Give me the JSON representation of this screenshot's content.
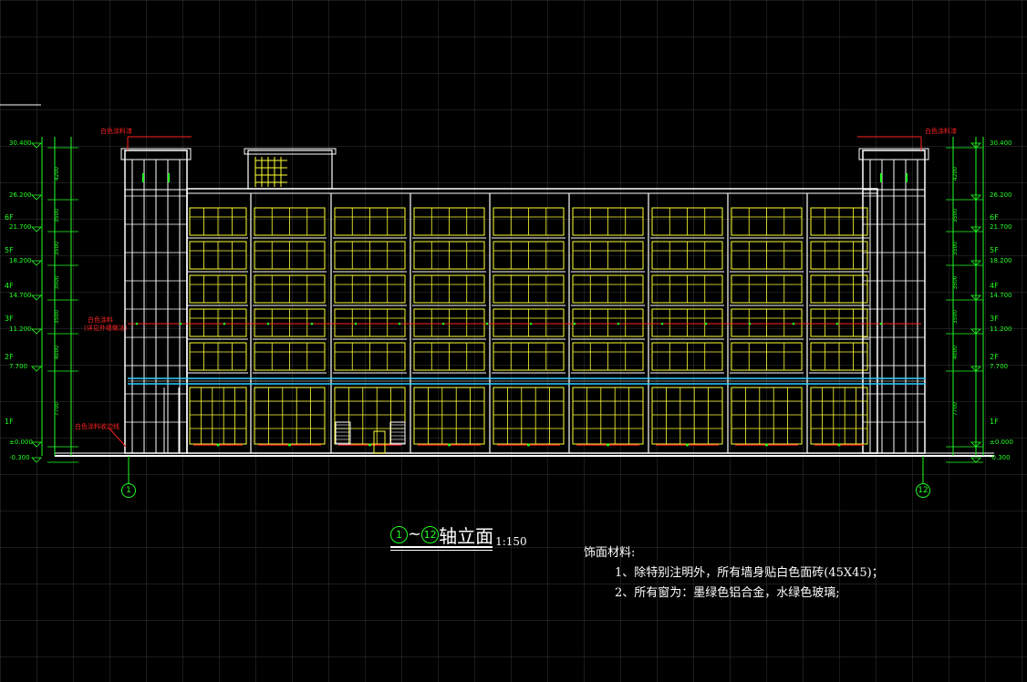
{
  "drawing": {
    "title_axis_start": "1",
    "title_axis_end": "12",
    "title_tilde": "~",
    "title_text": "轴立面",
    "title_scale": "1:150",
    "axis_left": "1",
    "axis_right": "12",
    "notes_heading": "饰面材料:",
    "notes": [
      "1、除特别注明外，所有墙身贴白色面砖(45X45)；",
      "2、所有窗为：墨绿色铝合金，水绿色玻璃;"
    ],
    "left_tag_top": "白色涂料漆",
    "right_tag_top": "白色涂料漆",
    "left_tag_mid_1": "白色涂料",
    "left_tag_mid_2": "(详见外墙做法)",
    "left_tag_low": "白色涂料收边线"
  },
  "levels_left": [
    "30.400",
    "26.200",
    "21.700",
    "18.200",
    "14.700",
    "11.200",
    "7.700",
    "±0.000",
    "-0.300"
  ],
  "levels_right": [
    "30.400",
    "26.200",
    "21.700",
    "18.200",
    "14.700",
    "11.200",
    "7.700",
    "±0.000",
    "-0.300"
  ],
  "floors_left": [
    "6F",
    "5F",
    "4F",
    "3F",
    "2F",
    "1F"
  ],
  "floors_right": [
    "6F",
    "5F",
    "4F",
    "3F",
    "2F",
    "1F"
  ],
  "dims_left": [
    "4200",
    "3500",
    "3500",
    "3500",
    "3500",
    "4000",
    "7700"
  ],
  "dims_right": [
    "4200",
    "3500",
    "3500",
    "3500",
    "3500",
    "4000",
    "7700"
  ],
  "colors": {
    "structure": "#ffffff",
    "window": "#ffff33",
    "dim": "#22ff22",
    "mark": "#ff2222",
    "band": "#33ccff"
  }
}
